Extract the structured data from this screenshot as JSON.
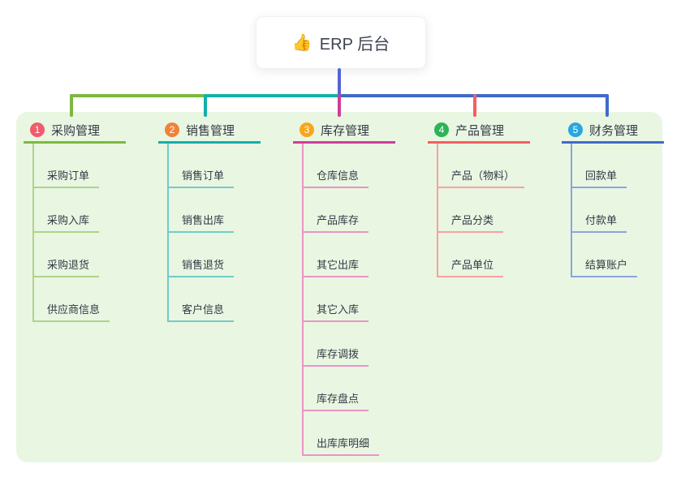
{
  "root": {
    "icon": "👍",
    "label": "ERP 后台"
  },
  "connector_colors": {
    "root_drop": "#5365d3"
  },
  "panel": {
    "background": "#e9f6e2"
  },
  "branches": [
    {
      "number": "1",
      "label": "采购管理",
      "badge_color": "#f15b6c",
      "line_color": "#7cb93f",
      "child_line_color": "#aed489",
      "children": [
        "采购订单",
        "采购入库",
        "采购退货",
        "供应商信息"
      ]
    },
    {
      "number": "2",
      "label": "销售管理",
      "badge_color": "#f08238",
      "line_color": "#13b0aa",
      "child_line_color": "#72cbc6",
      "children": [
        "销售订单",
        "销售出库",
        "销售退货",
        "客户信息"
      ]
    },
    {
      "number": "3",
      "label": "库存管理",
      "badge_color": "#f9a61a",
      "line_color": "#ce3e99",
      "child_line_color": "#ec93c6",
      "children": [
        "仓库信息",
        "产品库存",
        "其它出库",
        "其它入库",
        "库存调拨",
        "库存盘点",
        "出库库明细"
      ]
    },
    {
      "number": "4",
      "label": "产品管理",
      "badge_color": "#2db456",
      "line_color": "#f75e5e",
      "child_line_color": "#f9a0a0",
      "children": [
        "产品（物料）",
        "产品分类",
        "产品单位"
      ]
    },
    {
      "number": "5",
      "label": "财务管理",
      "badge_color": "#27a6e0",
      "line_color": "#3f6bca",
      "child_line_color": "#8ca4dd",
      "children": [
        "回款单",
        "付款单",
        "结算账户"
      ]
    }
  ]
}
